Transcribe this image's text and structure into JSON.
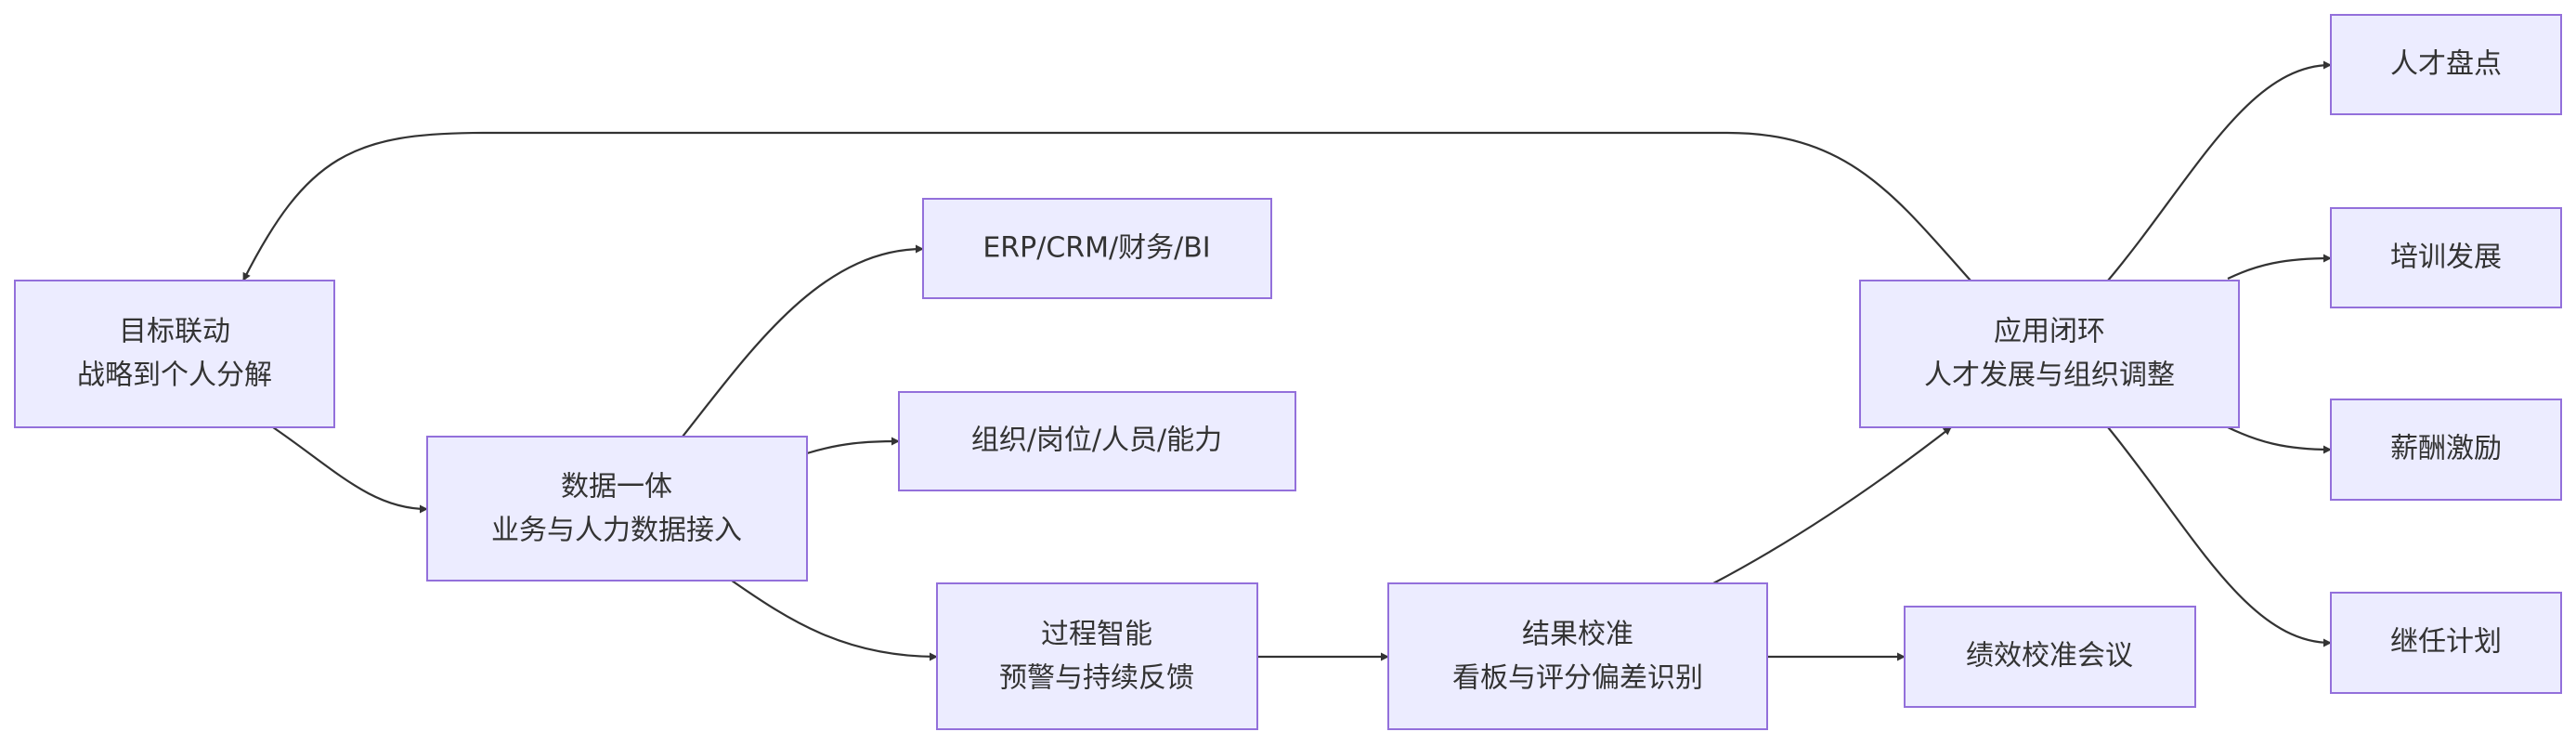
{
  "nodes": {
    "goal": {
      "line1": "目标联动",
      "line2": "战略到个人分解"
    },
    "data": {
      "line1": "数据一体",
      "line2": "业务与人力数据接入"
    },
    "erp": {
      "line1": "ERP/CRM/财务/BI"
    },
    "org": {
      "line1": "组织/岗位/人员/能力"
    },
    "process": {
      "line1": "过程智能",
      "line2": "预警与持续反馈"
    },
    "result": {
      "line1": "结果校准",
      "line2": "看板与评分偏差识别"
    },
    "meeting": {
      "line1": "绩效校准会议"
    },
    "apply": {
      "line1": "应用闭环",
      "line2": "人才发展与组织调整"
    },
    "inventory": {
      "line1": "人才盘点"
    },
    "training": {
      "line1": "培训发展"
    },
    "pay": {
      "line1": "薪酬激励"
    },
    "succession": {
      "line1": "继任计划"
    }
  }
}
